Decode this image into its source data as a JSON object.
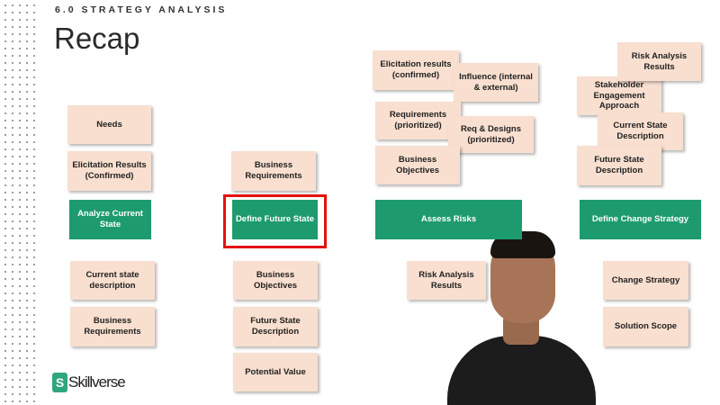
{
  "header": {
    "section": "6.0 STRATEGY ANALYSIS",
    "title": "Recap"
  },
  "columns": [
    {
      "inputs": [
        "Needs",
        "Elicitation Results (Confirmed)"
      ],
      "task": "Analyze Current State",
      "outputs": [
        "Current state description",
        "Business Requirements"
      ]
    },
    {
      "inputs": [
        "Business Requirements"
      ],
      "task": "Define Future State",
      "outputs": [
        "Business Objectives",
        "Future State Description",
        "Potential Value"
      ]
    },
    {
      "inputs": [
        "Elicitation results (confirmed)",
        "Influence (internal & external)",
        "Requirements (prioritized)",
        "Req & Designs (prioritized)",
        "Business Objectives"
      ],
      "task": "Assess Risks",
      "outputs": [
        "Risk Analysis Results"
      ]
    },
    {
      "inputs": [
        "Risk Analysis Results",
        "Stakeholder Engagement Approach",
        "Current State Description",
        "Future State Description"
      ],
      "task": "Define Change Strategy",
      "outputs": [
        "Change Strategy",
        "Solution Scope"
      ]
    }
  ],
  "logo": {
    "mark": "S",
    "text": "Skillverse"
  },
  "colors": {
    "box": "#f8dfcf",
    "task": "#1e9b6e",
    "highlight": "#e3120e"
  }
}
